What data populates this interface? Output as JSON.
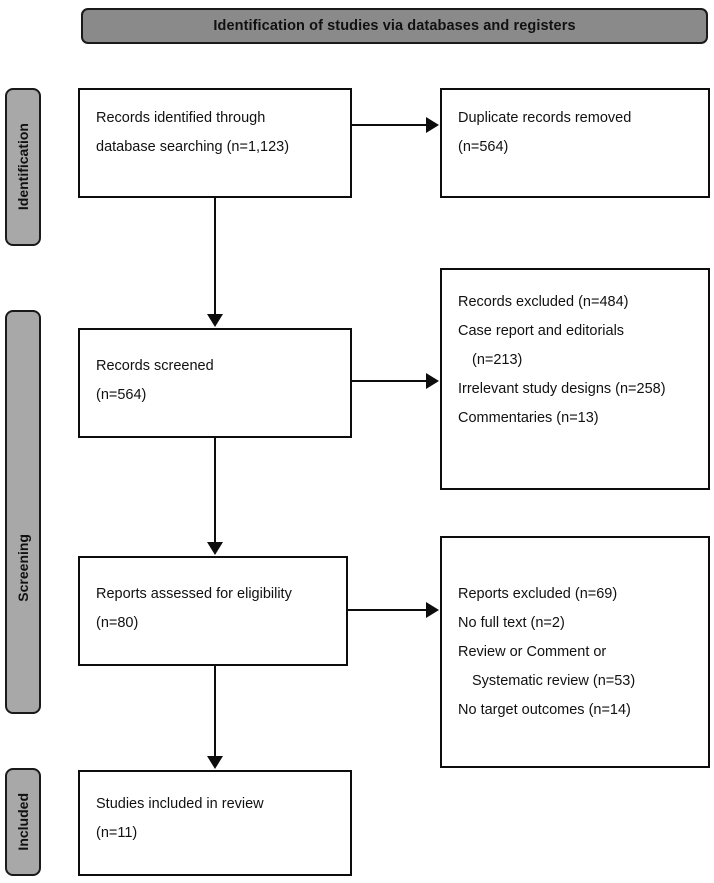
{
  "banner": {
    "title": "Identification of studies via databases and registers"
  },
  "stages": [
    {
      "id": "identification",
      "label": "Identification"
    },
    {
      "id": "screening",
      "label": "Screening"
    },
    {
      "id": "included",
      "label": "Included"
    }
  ],
  "boxes": {
    "records_identified": {
      "lines": [
        "Records identified through",
        "database searching (n=1,123)"
      ]
    },
    "duplicates_removed": {
      "lines": [
        "Duplicate records removed",
        " (n=564)"
      ]
    },
    "records_screened": {
      "lines": [
        "Records screened",
        "(n=564)"
      ]
    },
    "records_excluded": {
      "lines": [
        "Records excluded (n=484)",
        "Case report and editorials",
        " (n=213)",
        "Irrelevant study designs (n=258)",
        "Commentaries (n=13)"
      ]
    },
    "reports_assessed": {
      "lines": [
        "Reports assessed for eligibility",
        "(n=80)"
      ]
    },
    "reports_excluded": {
      "lines": [
        "Reports excluded (n=69)",
        "No full text (n=2)",
        "Review or Comment or",
        " Systematic review (n=53)",
        "No target outcomes (n=14)"
      ]
    },
    "studies_included": {
      "lines": [
        "Studies included in review",
        "(n=11)"
      ]
    }
  },
  "chart_data": {
    "type": "diagram",
    "title": "Identification of studies via databases and registers",
    "stages": [
      "Identification",
      "Screening",
      "Included"
    ],
    "nodes": [
      {
        "id": "records_identified",
        "label": "Records identified through database searching",
        "n": 1123,
        "stage": "Identification"
      },
      {
        "id": "duplicates_removed",
        "label": "Duplicate records removed",
        "n": 564,
        "stage": "Identification"
      },
      {
        "id": "records_screened",
        "label": "Records screened",
        "n": 564,
        "stage": "Screening"
      },
      {
        "id": "records_excluded",
        "label": "Records excluded",
        "n": 484,
        "stage": "Screening",
        "reasons": [
          {
            "label": "Case report and editorials",
            "n": 213
          },
          {
            "label": "Irrelevant study designs",
            "n": 258
          },
          {
            "label": "Commentaries",
            "n": 13
          }
        ]
      },
      {
        "id": "reports_assessed",
        "label": "Reports assessed for eligibility",
        "n": 80,
        "stage": "Screening"
      },
      {
        "id": "reports_excluded",
        "label": "Reports excluded",
        "n": 69,
        "stage": "Screening",
        "reasons": [
          {
            "label": "No full text",
            "n": 2
          },
          {
            "label": "Review or Comment or Systematic review",
            "n": 53
          },
          {
            "label": "No target outcomes",
            "n": 14
          }
        ]
      },
      {
        "id": "studies_included",
        "label": "Studies included in review",
        "n": 11,
        "stage": "Included"
      }
    ],
    "edges": [
      {
        "from": "records_identified",
        "to": "duplicates_removed",
        "direction": "right"
      },
      {
        "from": "records_identified",
        "to": "records_screened",
        "direction": "down"
      },
      {
        "from": "records_screened",
        "to": "records_excluded",
        "direction": "right"
      },
      {
        "from": "records_screened",
        "to": "reports_assessed",
        "direction": "down"
      },
      {
        "from": "reports_assessed",
        "to": "reports_excluded",
        "direction": "right"
      },
      {
        "from": "reports_assessed",
        "to": "studies_included",
        "direction": "down"
      }
    ],
    "colors": {
      "banner_fill": "#8a8a8a",
      "stage_fill": "#a8a8a8",
      "box_fill": "#ffffff",
      "stroke": "#0d0d0d",
      "text": "#111111"
    }
  }
}
